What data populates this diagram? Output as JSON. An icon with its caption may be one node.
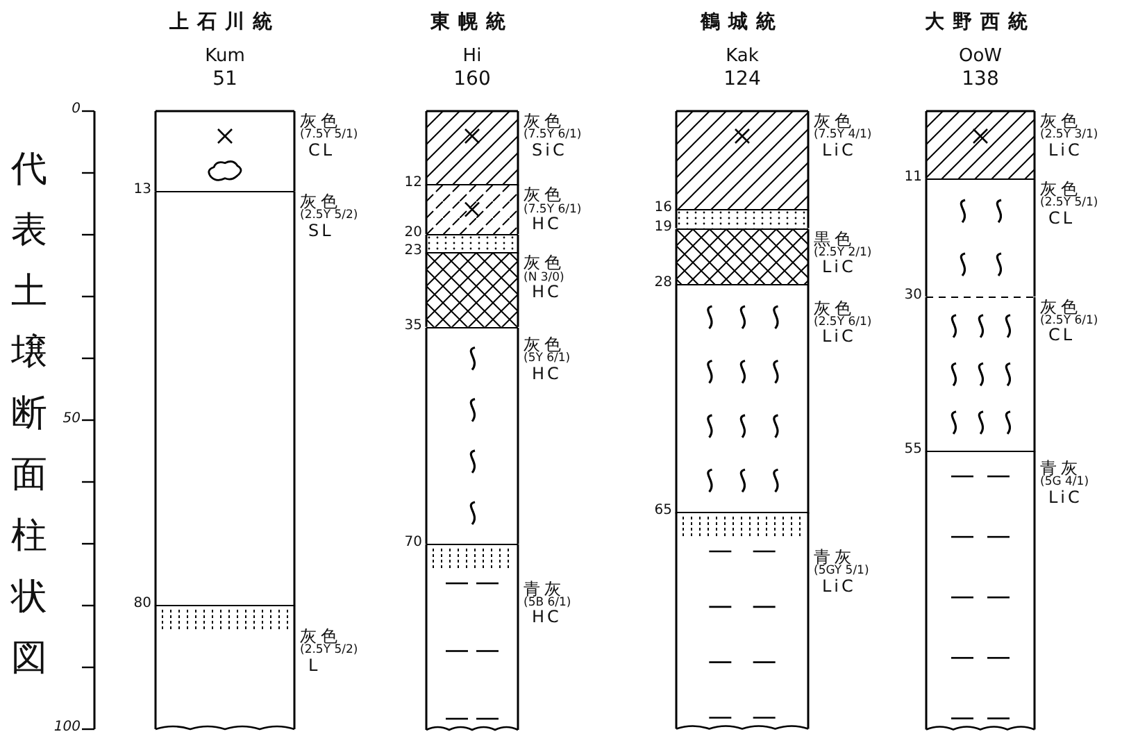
{
  "diagram": {
    "title": "代表土壌断面柱状図",
    "nodes": [
      {
        "text": [
          "上石川統",
          "Kum",
          "51"
        ]
      },
      {
        "text": [
          "灰色",
          "(7.5Y 5/1)",
          "CL"
        ],
        "in": 0
      },
      {
        "text": [
          "灰色",
          "(2.5Y 5/2)",
          "SL"
        ],
        "in": 0,
        "beside": [
          "13"
        ]
      },
      {
        "text": [
          "灰色",
          "(2.5Y 5/2)",
          "L"
        ],
        "in": 0,
        "beside": [
          "80"
        ]
      },
      {
        "text": [
          "東幌統",
          "Hi",
          "160"
        ]
      },
      {
        "text": [
          "灰色",
          "(7.5Y 6/1)",
          "SiC"
        ],
        "in": 4
      },
      {
        "text": [
          "灰色",
          "(7.5Y 6/1)",
          "HC"
        ],
        "in": 4,
        "beside": [
          "12"
        ]
      },
      {
        "text": [],
        "shape": "band",
        "in": 4,
        "beside": [
          "20"
        ]
      },
      {
        "text": [
          "灰色",
          "(N 3/0)",
          "HC"
        ],
        "in": 4,
        "beside": [
          "23"
        ]
      },
      {
        "text": [
          "灰色",
          "(5Y 6/1)",
          "HC"
        ],
        "in": 4,
        "beside": [
          "35"
        ]
      },
      {
        "text": [
          "青灰",
          "(5B 6/1)",
          "HC"
        ],
        "in": 4,
        "beside": [
          "70"
        ]
      },
      {
        "text": [
          "鶴城統",
          "Kak",
          "124"
        ]
      },
      {
        "text": [
          "灰色",
          "(7.5Y 4/1)",
          "LiC"
        ],
        "in": 11
      },
      {
        "text": [],
        "shape": "band",
        "in": 11,
        "beside": [
          "16"
        ]
      },
      {
        "text": [
          "黒色",
          "(2.5Y 2/1)",
          "LiC"
        ],
        "in": 11,
        "beside": [
          "19"
        ]
      },
      {
        "text": [
          "灰色",
          "(2.5Y 6/1)",
          "LiC"
        ],
        "in": 11,
        "beside": [
          "28"
        ]
      },
      {
        "text": [
          "青灰",
          "(5GY 5/1)",
          "LiC"
        ],
        "in": 11,
        "beside": [
          "65"
        ]
      },
      {
        "text": [
          "大野西統",
          "OoW",
          "138"
        ]
      },
      {
        "text": [
          "灰色",
          "(2.5Y 3/1)",
          "LiC"
        ],
        "in": 17
      },
      {
        "text": [
          "灰色",
          "(2.5Y 5/1)",
          "CL"
        ],
        "in": 17,
        "beside": [
          "11"
        ]
      },
      {
        "text": [
          "灰色",
          "(2.5Y 6/1)",
          "CL"
        ],
        "in": 17,
        "beside": [
          "30"
        ]
      },
      {
        "text": [
          "青灰",
          "(5G 4/1)",
          "LiC"
        ],
        "in": 17,
        "beside": [
          "55"
        ]
      }
    ],
    "labels": [
      "0",
      "50",
      "100"
    ]
  }
}
